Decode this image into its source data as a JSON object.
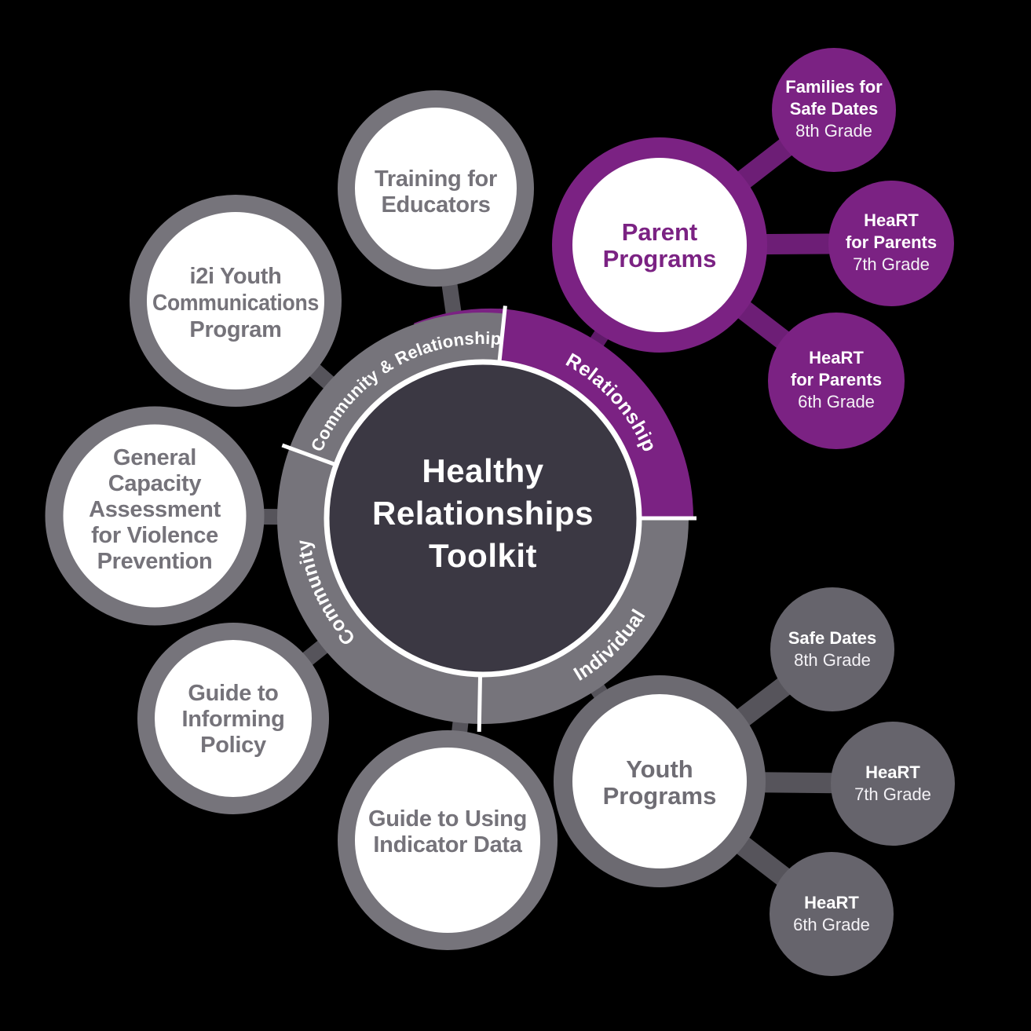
{
  "title": "Healthy Relationships Toolkit",
  "colors": {
    "background": "#000000",
    "purple": "#7B2283",
    "purple_connector": "#6D1E76",
    "purple_dark_connector": "#601A6A",
    "gray_ring": "#76747B",
    "gray_fill_satellite": "#66646C",
    "gray_youth_ring": "#6C6A71",
    "gray_connector": "#56545B",
    "center_fill": "#3B3843",
    "text_gray": "#75737A",
    "white": "#FFFFFF"
  },
  "center": {
    "lines": [
      "Healthy",
      "Relationships",
      "Toolkit"
    ]
  },
  "ring": {
    "community_relationship": "Community & Relationship",
    "relationship": "Relationship",
    "individual": "Individual",
    "community": "Community"
  },
  "resources": {
    "training": {
      "lines": [
        "Training for",
        "Educators"
      ]
    },
    "i2i": {
      "lines": [
        "i2i Youth",
        "Communications",
        "Program"
      ]
    },
    "general_capacity": {
      "lines": [
        "General",
        "Capacity",
        "Assessment",
        "for Violence",
        "Prevention"
      ]
    },
    "informing_policy": {
      "lines": [
        "Guide to",
        "Informing",
        "Policy"
      ]
    },
    "indicator_data": {
      "lines": [
        "Guide to Using",
        "Indicator Data"
      ]
    }
  },
  "programs": {
    "parent": {
      "lines": [
        "Parent",
        "Programs"
      ],
      "children": {
        "families_safe_dates": {
          "lines": [
            "Families for",
            "Safe Dates"
          ],
          "grade": "8th Grade"
        },
        "heart_7": {
          "lines": [
            "HeaRT",
            "for Parents"
          ],
          "grade": "7th Grade"
        },
        "heart_6": {
          "lines": [
            "HeaRT",
            "for Parents"
          ],
          "grade": "6th Grade"
        }
      }
    },
    "youth": {
      "lines": [
        "Youth",
        "Programs"
      ],
      "children": {
        "safe_dates_8": {
          "lines": [
            "Safe Dates"
          ],
          "grade": "8th Grade"
        },
        "heart_7": {
          "lines": [
            "HeaRT"
          ],
          "grade": "7th Grade"
        },
        "heart_6": {
          "lines": [
            "HeaRT"
          ],
          "grade": "6th Grade"
        }
      }
    }
  }
}
